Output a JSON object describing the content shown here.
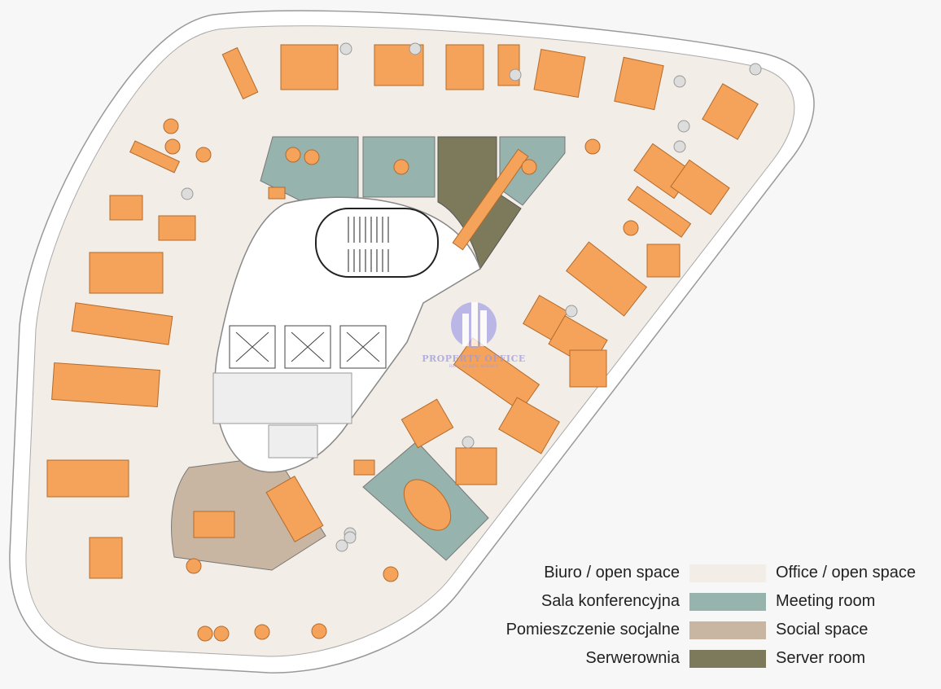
{
  "title": "Office floor plan",
  "watermark": {
    "name": "PROPERTY OFFICE",
    "tagline": "REAL ESTATE AGENCY"
  },
  "colors": {
    "office": "#f2ede6",
    "meeting": "#97b3ae",
    "social": "#c8b6a2",
    "server": "#7c7a5a",
    "desk": "#f5a35a",
    "desk_stroke": "#b46a2a"
  },
  "legend": [
    {
      "pl": "Biuro / open space",
      "en": "Office / open space",
      "color": "#f2ede6"
    },
    {
      "pl": "Sala konferencyjna",
      "en": "Meeting room",
      "color": "#97b3ae"
    },
    {
      "pl": "Pomieszczenie socjalne",
      "en": "Social space",
      "color": "#c8b6a2"
    },
    {
      "pl": "Serwerownia",
      "en": "Server room",
      "color": "#7c7a5a"
    }
  ]
}
